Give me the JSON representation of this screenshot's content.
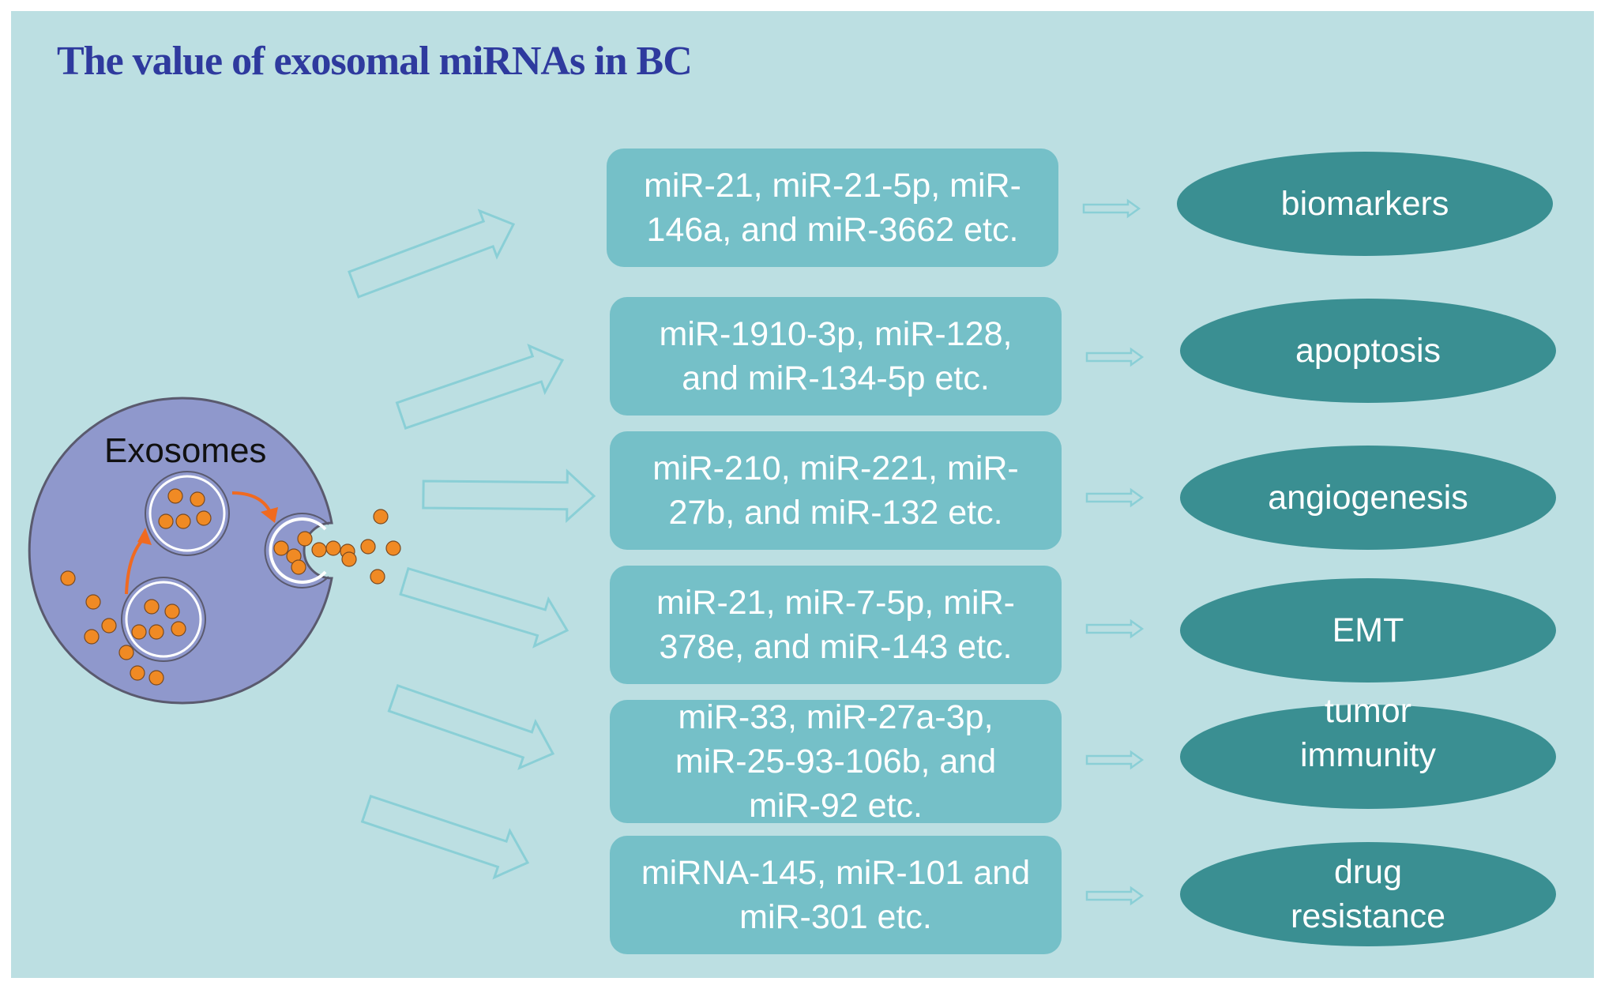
{
  "title": "The value of exosomal miRNAs in BC",
  "cell_label": "Exosomes",
  "rows": [
    {
      "mirnas": "miR-21, miR-21-5p, miR-146a, and miR-3662 etc.",
      "role": "biomarkers"
    },
    {
      "mirnas": "miR-1910-3p, miR-128, and miR-134-5p etc.",
      "role": "apoptosis"
    },
    {
      "mirnas": "miR-210, miR-221, miR-27b, and miR-132 etc.",
      "role": "angiogenesis"
    },
    {
      "mirnas": "miR-21, miR-7-5p, miR-378e, and miR-143 etc.",
      "role": "EMT"
    },
    {
      "mirnas": "miR-33, miR-27a-3p, miR-25-93-106b, and miR-92 etc.",
      "role": "tumor immunity"
    },
    {
      "mirnas": "miRNA-145, miR-101 and miR-301 etc.",
      "role": "drug resistance"
    }
  ],
  "colors": {
    "background": "#bcdfe2",
    "title": "#2e3a9e",
    "mirna_box": "#75c0c8",
    "role_ellipse": "#3a8f92",
    "cell": "#8f98cc",
    "vesicle_dot": "#f08a24",
    "trafficking_arrow": "#f06a20"
  }
}
